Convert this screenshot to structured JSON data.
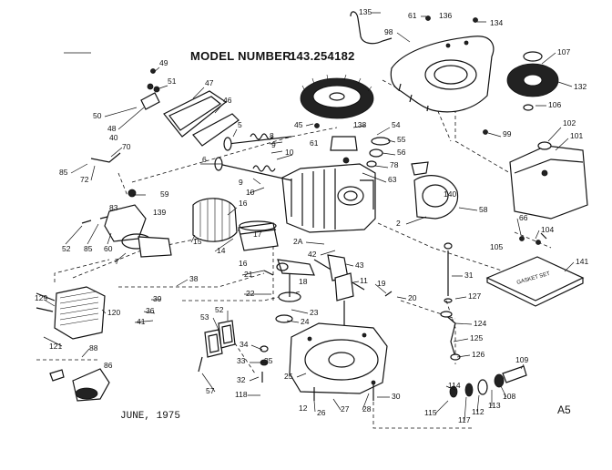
{
  "header": {
    "model_label": "MODEL NUMBER:",
    "model_number": "143.254182"
  },
  "footer": {
    "date": "JUNE, 1975",
    "page_code": "A5"
  },
  "kit": {
    "label": "GASKET SET"
  },
  "parts": [
    "135",
    "61",
    "136",
    "134",
    "98",
    "107",
    "132",
    "106",
    "49",
    "51",
    "47",
    "46",
    "50",
    "48",
    "5",
    "8",
    "9",
    "10",
    "45",
    "138",
    "54",
    "55",
    "56",
    "78",
    "63",
    "99",
    "102",
    "101",
    "70",
    "85",
    "72",
    "40",
    "6",
    "9",
    "10",
    "61",
    "59",
    "16",
    "83",
    "139",
    "52",
    "85",
    "60",
    "7",
    "15",
    "14",
    "2",
    "140",
    "58",
    "66",
    "104",
    "105",
    "38",
    "39",
    "36",
    "41",
    "21",
    "22",
    "16",
    "17",
    "18",
    "2A",
    "42",
    "43",
    "11",
    "19",
    "20",
    "31",
    "127",
    "141",
    "129",
    "120",
    "121",
    "88",
    "53",
    "52",
    "23",
    "24",
    "34",
    "35",
    "33",
    "32",
    "118",
    "57",
    "124",
    "125",
    "126",
    "25",
    "26",
    "12",
    "27",
    "28",
    "30",
    "114",
    "115",
    "117",
    "112",
    "113",
    "108",
    "109",
    "86"
  ]
}
